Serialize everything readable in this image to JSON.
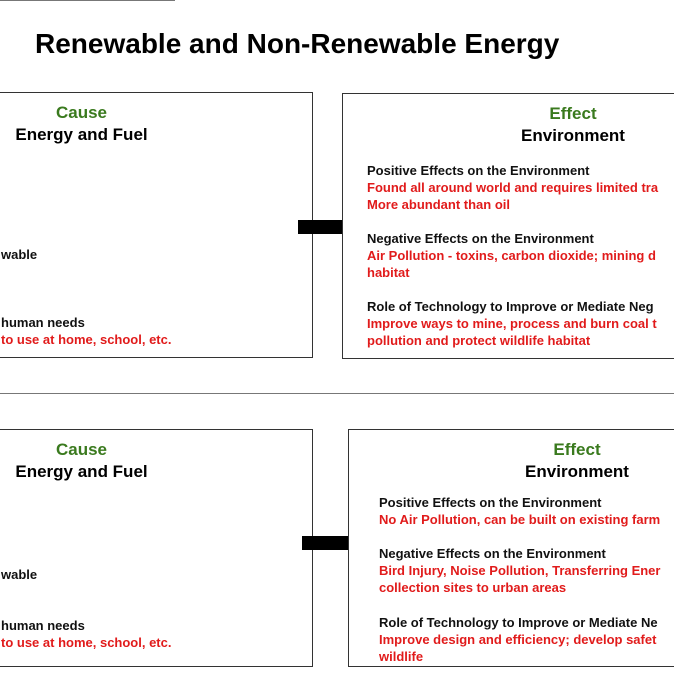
{
  "title": "Renewable and Non-Renewable Energy",
  "panels": [
    {
      "cause": {
        "label": "Cause",
        "subtitle": "Energy and Fuel",
        "line_a": "wable",
        "line_b": "human needs",
        "line_c": "to use at home, school, etc."
      },
      "effect": {
        "label": "Effect",
        "subtitle": "Environment",
        "positive_heading": "Positive Effects on the Environment",
        "positive_1": "Found all around world and requires limited tra",
        "positive_2": "More abundant than oil",
        "negative_heading": "Negative Effects on the Environment",
        "negative_1": "Air Pollution - toxins, carbon dioxide;  mining d",
        "negative_2": "habitat",
        "tech_heading": "Role of Technology to Improve or Mediate Neg",
        "tech_1": "Improve ways to mine, process and burn coal t",
        "tech_2": "pollution and protect wildlife habitat"
      }
    },
    {
      "cause": {
        "label": "Cause",
        "subtitle": "Energy and Fuel",
        "line_a": "wable",
        "line_b": "human needs",
        "line_c": "to use at home, school, etc."
      },
      "effect": {
        "label": "Effect",
        "subtitle": "Environment",
        "positive_heading": "Positive Effects on the Environment",
        "positive_1": "No Air Pollution, can be built on existing farm",
        "negative_heading": "Negative Effects on the Environment",
        "negative_1": "Bird Injury, Noise Pollution, Transferring Ener",
        "negative_2": "collection sites to urban areas",
        "tech_heading": "Role of Technology to Improve or Mediate Ne",
        "tech_1": "Improve design and efficiency;  develop safet",
        "tech_2": "wildlife"
      }
    }
  ],
  "colors": {
    "cause_effect_label": "#3a7a1e",
    "effect_text": "#e11b1b",
    "arrow": "#000000"
  },
  "icons": {
    "arrow": "right-arrow-icon"
  }
}
